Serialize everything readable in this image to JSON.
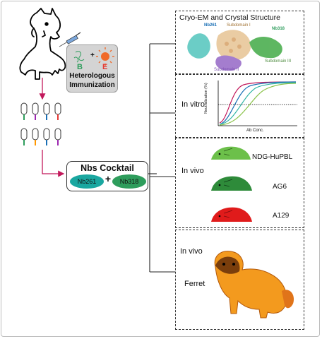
{
  "immunization": {
    "antigen_b": "B",
    "plus": "+",
    "antigen_e": "E",
    "line1": "Heterologous",
    "line2": "Immunization"
  },
  "cocktail": {
    "title": "Nbs Cocktail",
    "nb1": "Nb261",
    "plus": "+",
    "nb2": "Nb318"
  },
  "structure_panel": {
    "title": "Cryo-EM and Crystal Structure",
    "labels": [
      "Nb261",
      "Subdomain I",
      "Nb318",
      "Subdomain III",
      "Subdomain II"
    ]
  },
  "invitro_panel": {
    "label": "In vitro",
    "ylabel": "Neutralization (%)",
    "xlabel": "Ab Conc."
  },
  "invivo_panel": {
    "label": "In vivo",
    "models": [
      "NDG-HuPBL",
      "AG6",
      "A129"
    ]
  },
  "ferret_panel": {
    "label": "In vivo",
    "animal": "Ferret"
  },
  "colors": {
    "arrow": "#c2185b",
    "nb261": "#1aa7a0",
    "nb318": "#2e9d5c",
    "mouse1": "#6cc04a",
    "mouse2": "#2e8b3a",
    "mouse3": "#e01b1b",
    "ferret": "#f39a1e"
  },
  "curves": [
    {
      "color": "#c2185b"
    },
    {
      "color": "#1a6fb5"
    },
    {
      "color": "#2eb3a4"
    },
    {
      "color": "#8bc34a"
    }
  ]
}
